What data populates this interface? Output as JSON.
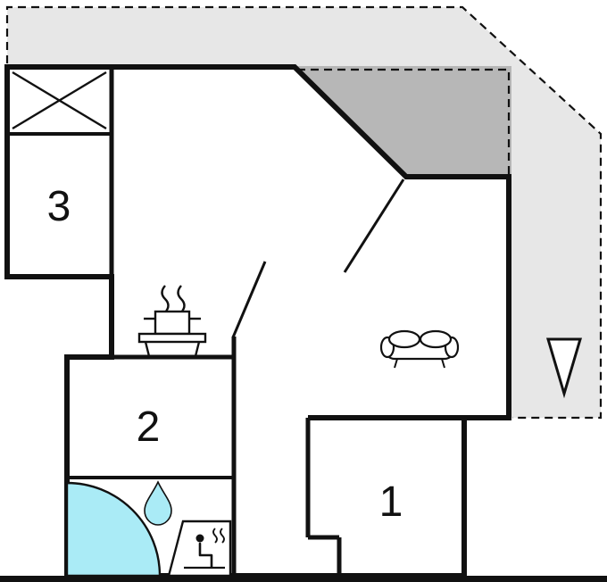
{
  "floor_plan": {
    "rooms": [
      {
        "label": "1"
      },
      {
        "label": "2"
      },
      {
        "label": "3"
      }
    ],
    "icons": {
      "window": "crossed-box-icon",
      "stove": "pot-with-steam-icon",
      "sofa": "sofa-icon",
      "shower": "corner-shower-icon",
      "drop": "water-drop-icon",
      "sauna": "sauna-person-icon",
      "entrance": "down-arrow-icon"
    },
    "colors": {
      "background": "#ffffff",
      "wall": "#111111",
      "terrace": "#e7e7e7",
      "covered_terrace": "#b7b7b7",
      "water": "#aaebf6"
    }
  }
}
